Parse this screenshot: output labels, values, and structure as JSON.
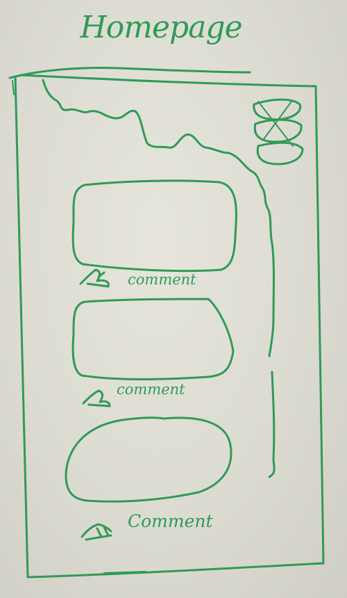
{
  "page": {
    "title": "Homepage"
  },
  "menu": {
    "icon": "hamburger-menu-icon"
  },
  "feed": {
    "posts": [
      {
        "comment_label": "comment",
        "like_icon": "hand-like-icon"
      },
      {
        "comment_label": "comment",
        "like_icon": "hand-like-icon"
      },
      {
        "comment_label": "Comment",
        "like_icon": "hand-like-icon"
      }
    ]
  },
  "colors": {
    "marker": "#2f9a57",
    "board": "#e3e2da"
  }
}
